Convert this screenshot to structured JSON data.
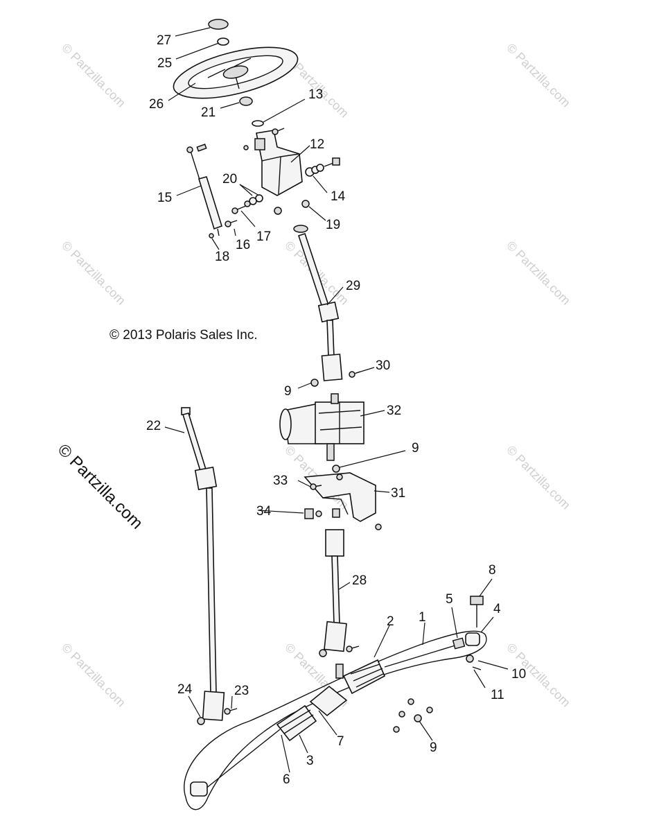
{
  "copyright": "© 2013 Polaris Sales Inc.",
  "watermark_main": "© Partzilla.com",
  "watermark_faint": "© Partzilla.com",
  "callouts": {
    "c1": "1",
    "c2": "2",
    "c3": "3",
    "c4": "4",
    "c5": "5",
    "c6": "6",
    "c7": "7",
    "c8": "8",
    "c9a": "9",
    "c9b": "9",
    "c9c": "9",
    "c10": "10",
    "c11": "11",
    "c12": "12",
    "c13": "13",
    "c14": "14",
    "c15": "15",
    "c16": "16",
    "c17": "17",
    "c18": "18",
    "c19": "19",
    "c20": "20",
    "c21": "21",
    "c22": "22",
    "c23": "23",
    "c24": "24",
    "c25": "25",
    "c26": "26",
    "c27": "27",
    "c28": "28",
    "c29": "29",
    "c30": "30",
    "c31": "31",
    "c32": "32",
    "c33": "33",
    "c34": "34"
  }
}
